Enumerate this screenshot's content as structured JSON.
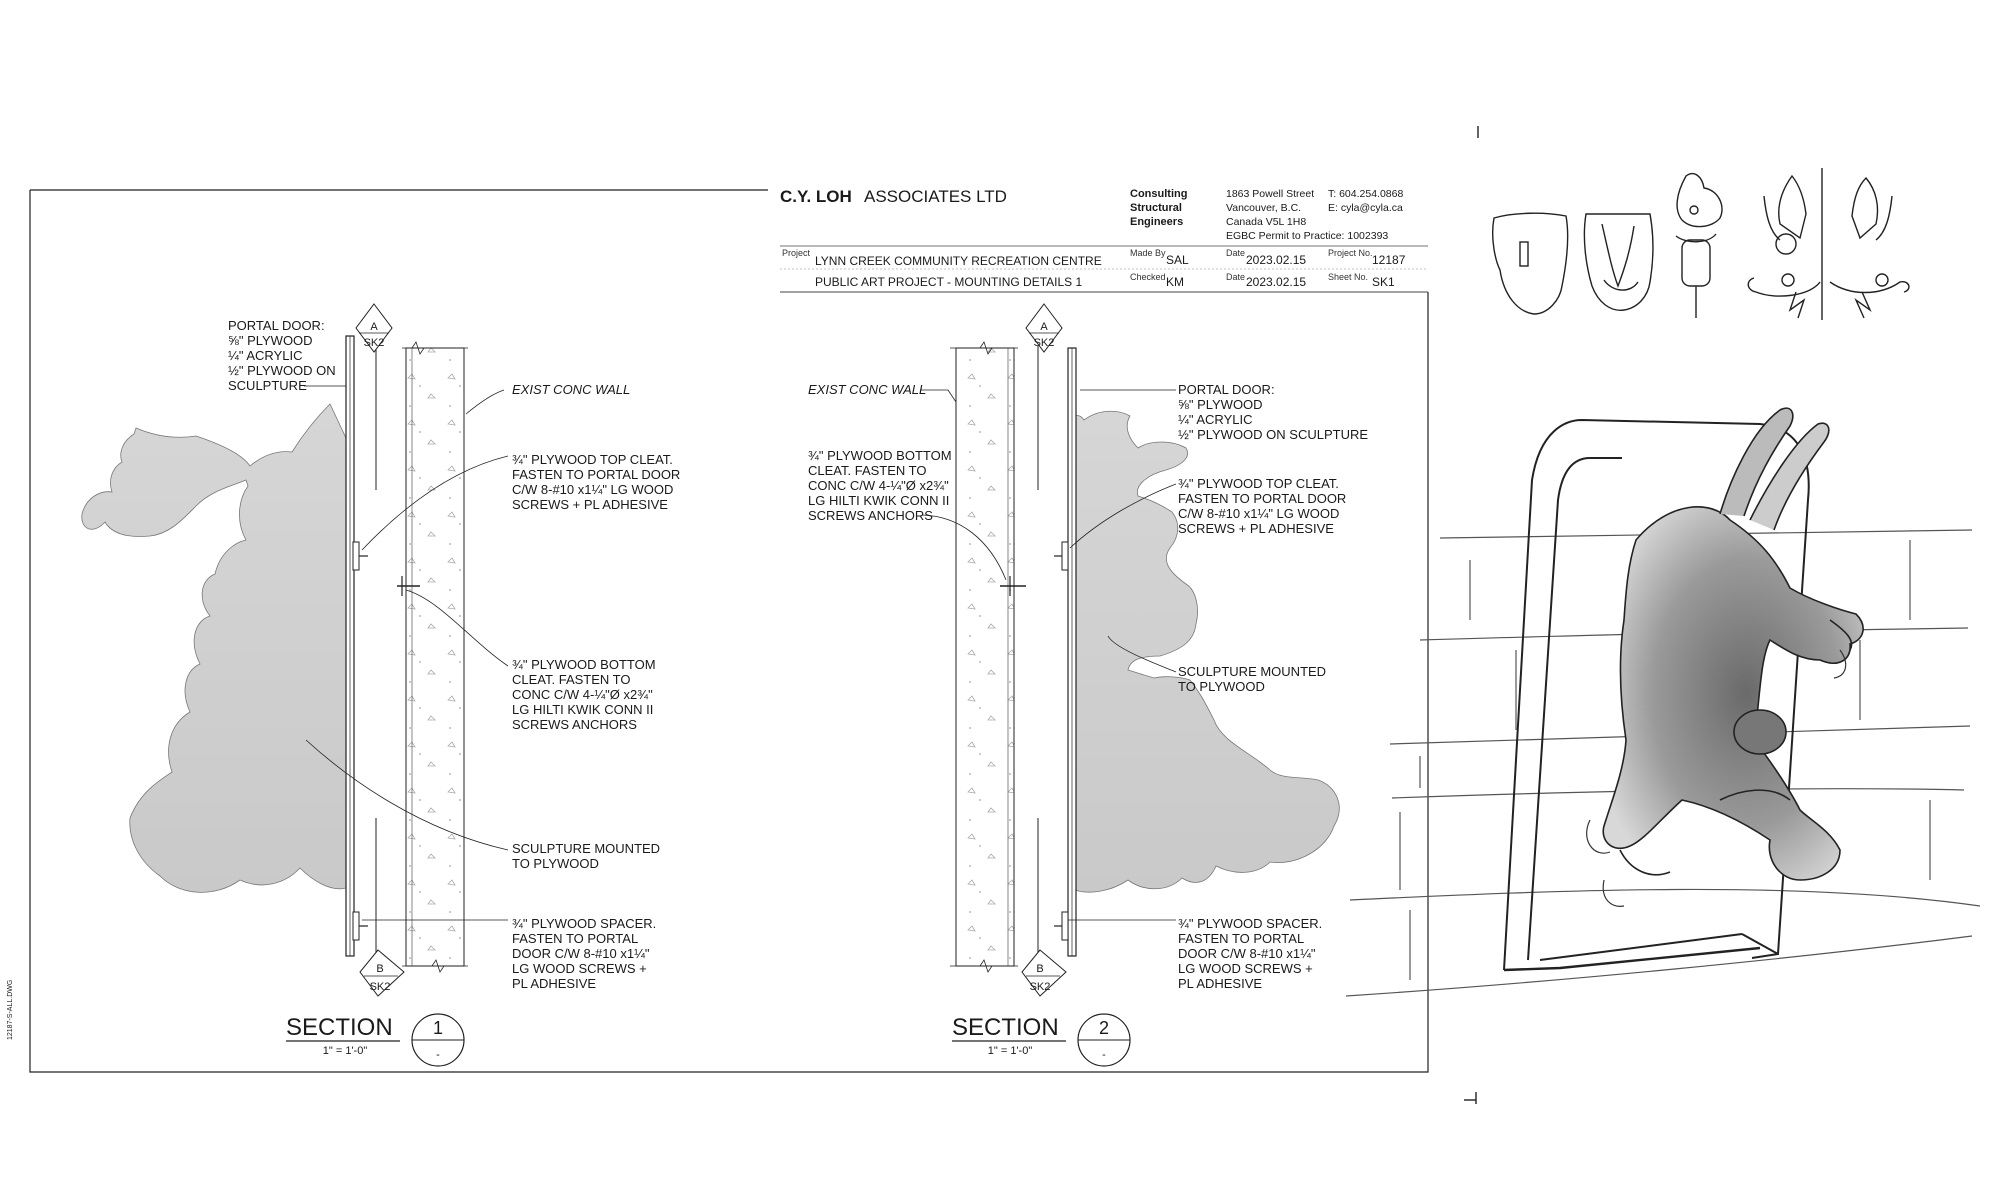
{
  "title_block": {
    "firm_bold": "C.Y. LOH",
    "firm_rest": "ASSOCIATES LTD",
    "discipline": [
      "Consulting",
      "Structural",
      "Engineers"
    ],
    "address": [
      "1863 Powell Street",
      "Vancouver, B.C.",
      "Canada V5L 1H8"
    ],
    "phone": "T: 604.254.0868",
    "email": "E: cyla@cyla.ca",
    "permit": "EGBC Permit to Practice:  1002393",
    "project_label": "Project",
    "project_line1": "LYNN CREEK COMMUNITY RECREATION CENTRE",
    "project_line2": "PUBLIC ART PROJECT - MOUNTING DETAILS 1",
    "made_by_label": "Made By",
    "made_by": "SAL",
    "checked_label": "Checked",
    "checked": "KM",
    "date_label": "Date",
    "date1": "2023.02.15",
    "date2": "2023.02.15",
    "project_no_label": "Project No.",
    "project_no": "12187",
    "sheet_no_label": "Sheet No.",
    "sheet_no": "SK1"
  },
  "section1": {
    "title": "SECTION",
    "number": "1",
    "sub": "-",
    "scale": "1\" = 1'-0\"",
    "tag_top": "A",
    "tag_top_ref": "SK2",
    "tag_bot": "B",
    "tag_bot_ref": "SK2",
    "notes": {
      "portal": [
        "PORTAL DOOR:",
        "⅝\" PLYWOOD",
        "¼\" ACRYLIC",
        "½\" PLYWOOD ON",
        "SCULPTURE"
      ],
      "wall": "EXIST CONC WALL",
      "top_cleat": [
        "¾\" PLYWOOD TOP CLEAT.",
        "FASTEN TO PORTAL DOOR",
        "C/W 8-#10 x1¼\" LG WOOD",
        "SCREWS + PL ADHESIVE"
      ],
      "bottom_cleat": [
        "¾\" PLYWOOD BOTTOM",
        "CLEAT. FASTEN TO",
        "CONC C/W 4-¼\"Ø x2¾\"",
        "LG HILTI KWIK CONN II",
        "SCREWS ANCHORS"
      ],
      "sculpture": [
        "SCULPTURE MOUNTED",
        "TO PLYWOOD"
      ],
      "spacer": [
        "¾\" PLYWOOD SPACER.",
        "FASTEN TO PORTAL",
        "DOOR C/W 8-#10 x1¼\"",
        "LG WOOD SCREWS +",
        "PL ADHESIVE"
      ]
    }
  },
  "section2": {
    "title": "SECTION",
    "number": "2",
    "sub": "-",
    "scale": "1\" = 1'-0\"",
    "tag_top": "A",
    "tag_top_ref": "SK2",
    "tag_bot": "B",
    "tag_bot_ref": "SK2",
    "notes": {
      "wall": "EXIST CONC WALL",
      "portal": [
        "PORTAL DOOR:",
        "⅝\" PLYWOOD",
        "¼\" ACRYLIC",
        "½\" PLYWOOD ON SCULPTURE"
      ],
      "bottom_cleat": [
        "¾\" PLYWOOD BOTTOM",
        "CLEAT. FASTEN TO",
        "CONC C/W 4-¼\"Ø x2¾\"",
        "LG HILTI KWIK CONN II",
        "SCREWS ANCHORS"
      ],
      "top_cleat": [
        "¾\" PLYWOOD TOP CLEAT.",
        "FASTEN TO PORTAL DOOR",
        "C/W 8-#10 x1¼\" LG WOOD",
        "SCREWS + PL ADHESIVE"
      ],
      "sculpture": [
        "SCULPTURE MOUNTED",
        "TO PLYWOOD"
      ],
      "spacer": [
        "¾\" PLYWOOD SPACER.",
        "FASTEN TO PORTAL",
        "DOOR C/W 8-#10 x1¼\"",
        "LG WOOD SCREWS +",
        "PL ADHESIVE"
      ]
    }
  },
  "margin_text": "12187-S-ALL.DWG"
}
